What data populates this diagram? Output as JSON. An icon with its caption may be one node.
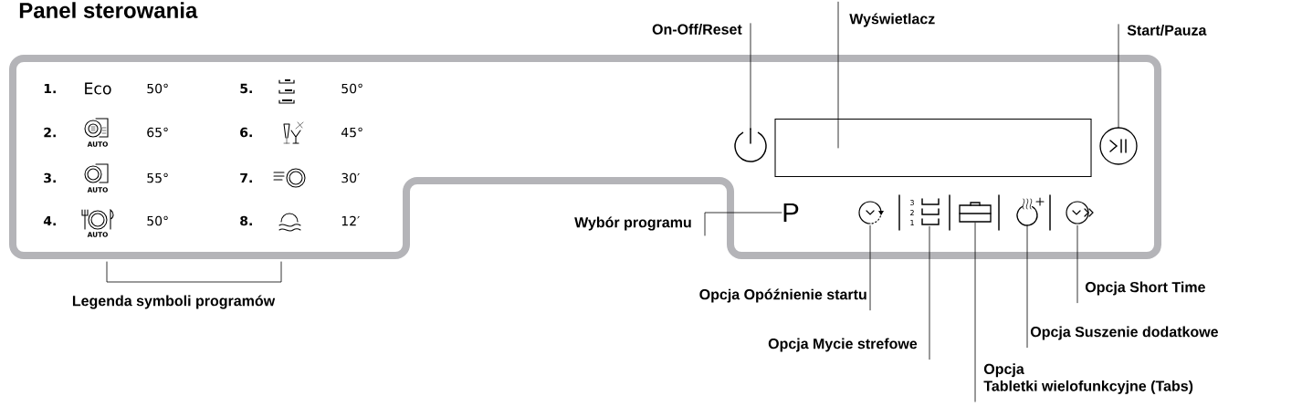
{
  "diagram": {
    "title": "Panel sterowania",
    "nodes": [
      {
        "text": [
          "On-Off/Reset"
        ]
      },
      {
        "text": [],
        "shape": "circle"
      },
      {
        "text": [
          "Wyświetlacz"
        ]
      },
      {
        "text": [],
        "shape": "box"
      },
      {
        "text": [
          "Start/Pauza"
        ]
      },
      {
        "text": [],
        "shape": "circle"
      },
      {
        "text": [
          "Wybór programu"
        ]
      },
      {
        "text": [
          "P"
        ]
      },
      {
        "text": [],
        "shape": "circle"
      },
      {
        "text": [],
        "shape": "box"
      },
      {
        "text": [],
        "shape": "box"
      },
      {
        "text": [],
        "shape": "circle"
      },
      {
        "text": [],
        "shape": "circle"
      },
      {
        "text": [
          "Opcja Opóźnienie startu"
        ]
      },
      {
        "text": [
          "Opcja Mycie strefowe"
        ]
      },
      {
        "text": [
          "Opcja",
          "Tabletki wielofunkcyjne (Tabs)"
        ]
      },
      {
        "text": [
          "Opcja Suszenie dodatkowe"
        ]
      },
      {
        "text": [
          "Opcja Short Time"
        ]
      }
    ],
    "edges": [
      {
        "from": 0,
        "to": 1,
        "arrow": "none"
      },
      {
        "from": 2,
        "to": 3,
        "arrow": "none"
      },
      {
        "from": 4,
        "to": 5,
        "arrow": "none"
      },
      {
        "from": 6,
        "to": 7,
        "arrow": "none"
      },
      {
        "from": 13,
        "to": 8,
        "arrow": "none"
      },
      {
        "from": 14,
        "to": 9,
        "arrow": "none"
      },
      {
        "from": 15,
        "to": 10,
        "arrow": "none"
      },
      {
        "from": 16,
        "to": 11,
        "arrow": "none"
      },
      {
        "from": 17,
        "to": 12,
        "arrow": "none"
      }
    ],
    "labels": [
      "1.",
      "Eco",
      "50°",
      "5.",
      "50°",
      "2.",
      "AUTO",
      "65°",
      "6.",
      "45°",
      "3.",
      "AUTO",
      "55°",
      "7.",
      "30′",
      "4.",
      "AUTO",
      "50°",
      "8.",
      "12′",
      "Legenda symboli programów",
      "3",
      "2",
      "1"
    ]
  }
}
